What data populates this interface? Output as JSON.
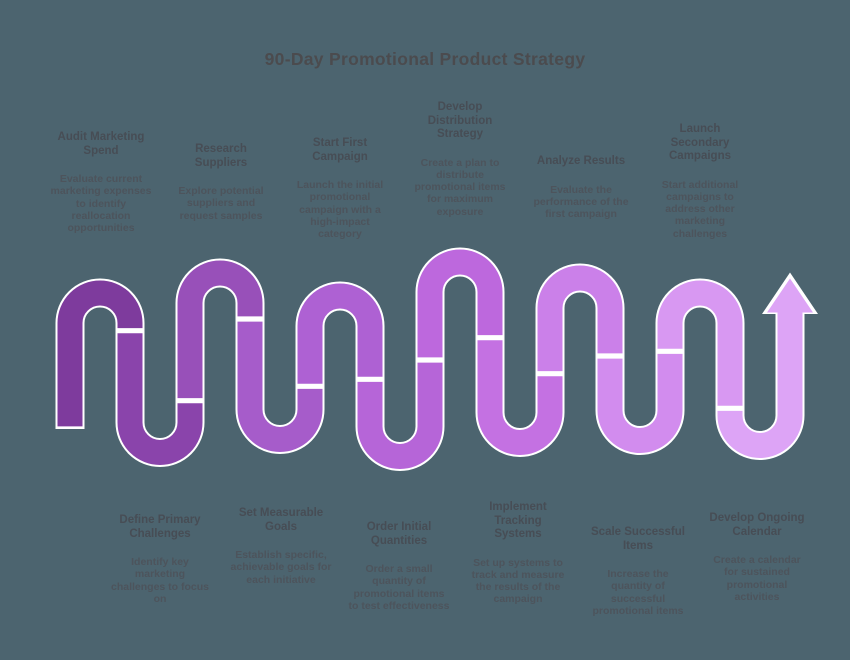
{
  "title": "90-Day Promotional Product Strategy",
  "colors": {
    "background": "#4c646f",
    "title_text": "#4b4b4e",
    "heading_text": "#474d55",
    "body_text": "#4d545c",
    "path_outline": "#ffffff",
    "segment_colors": [
      "#7e3b9d",
      "#8a44ab",
      "#9850b9",
      "#a65cca",
      "#ae61d3",
      "#b665d8",
      "#bd68dd",
      "#c471e2",
      "#cb80e9",
      "#d28cee",
      "#d898f2",
      "#dda4f6"
    ]
  },
  "steps": {
    "top": [
      {
        "heading": "Audit Marketing\nSpend",
        "body": "Evaluate current\nmarketing expenses\nto identify\nreallocation\nopportunities"
      },
      {
        "heading": "Research\nSuppliers",
        "body": "Explore potential\nsuppliers and\nrequest samples"
      },
      {
        "heading": "Start First\nCampaign",
        "body": "Launch the initial\npromotional\ncampaign with a\nhigh-impact\ncategory"
      },
      {
        "heading": "Develop\nDistribution\nStrategy",
        "body": "Create a plan to\ndistribute\npromotional items\nfor maximum\nexposure"
      },
      {
        "heading": "Analyze Results",
        "body": "Evaluate the\nperformance of the\nfirst campaign"
      },
      {
        "heading": "Launch\nSecondary\nCampaigns",
        "body": "Start additional\ncampaigns to\naddress other\nmarketing\nchallenges"
      }
    ],
    "bottom": [
      {
        "heading": "Define Primary\nChallenges",
        "body": "Identify key\nmarketing\nchallenges to focus\non"
      },
      {
        "heading": "Set Measurable\nGoals",
        "body": "Establish specific,\nachievable goals for\neach initiative"
      },
      {
        "heading": "Order Initial\nQuantities",
        "body": "Order a small\nquantity of\npromotional items\nto test effectiveness"
      },
      {
        "heading": "Implement\nTracking\nSystems",
        "body": "Set up systems to\ntrack and measure\nthe results of the\ncampaign"
      },
      {
        "heading": "Scale Successful\nItems",
        "body": "Increase the\nquantity of\nsuccessful\npromotional items"
      },
      {
        "heading": "Develop Ongoing\nCalendar",
        "body": "Create a calendar\nfor sustained\npromotional\nactivities"
      }
    ]
  }
}
